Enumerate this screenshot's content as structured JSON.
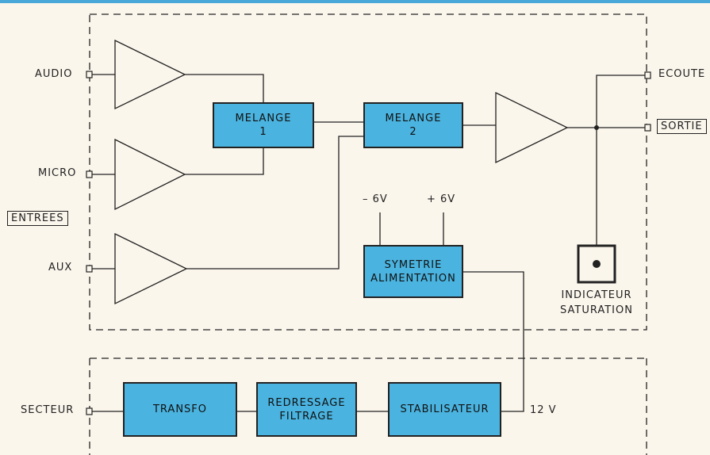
{
  "labels": {
    "audio": "AUDIO",
    "micro": "MICRO",
    "entrees": "ENTREES",
    "aux": "AUX",
    "ecoute": "ECOUTE",
    "sortie": "SORTIE",
    "minus6v": "– 6V",
    "plus6v": "+ 6V",
    "indicateur_line1": "INDICATEUR",
    "indicateur_line2": "SATURATION",
    "secteur": "SECTEUR",
    "v12": "12 V"
  },
  "blocks": {
    "melange1": {
      "line1": "MELANGE",
      "line2": "1"
    },
    "melange2": {
      "line1": "MELANGE",
      "line2": "2"
    },
    "symetrie": {
      "line1": "SYMETRIE",
      "line2": "ALIMENTATION"
    },
    "transfo": {
      "line1": "TRANSFO"
    },
    "redressage": {
      "line1": "REDRESSAGE",
      "line2": "FILTRAGE"
    },
    "stabilisateur": {
      "line1": "STABILISATEUR"
    }
  },
  "colors": {
    "block_fill": "#4ab3df",
    "background": "#fbf6ec",
    "line": "#222222"
  }
}
